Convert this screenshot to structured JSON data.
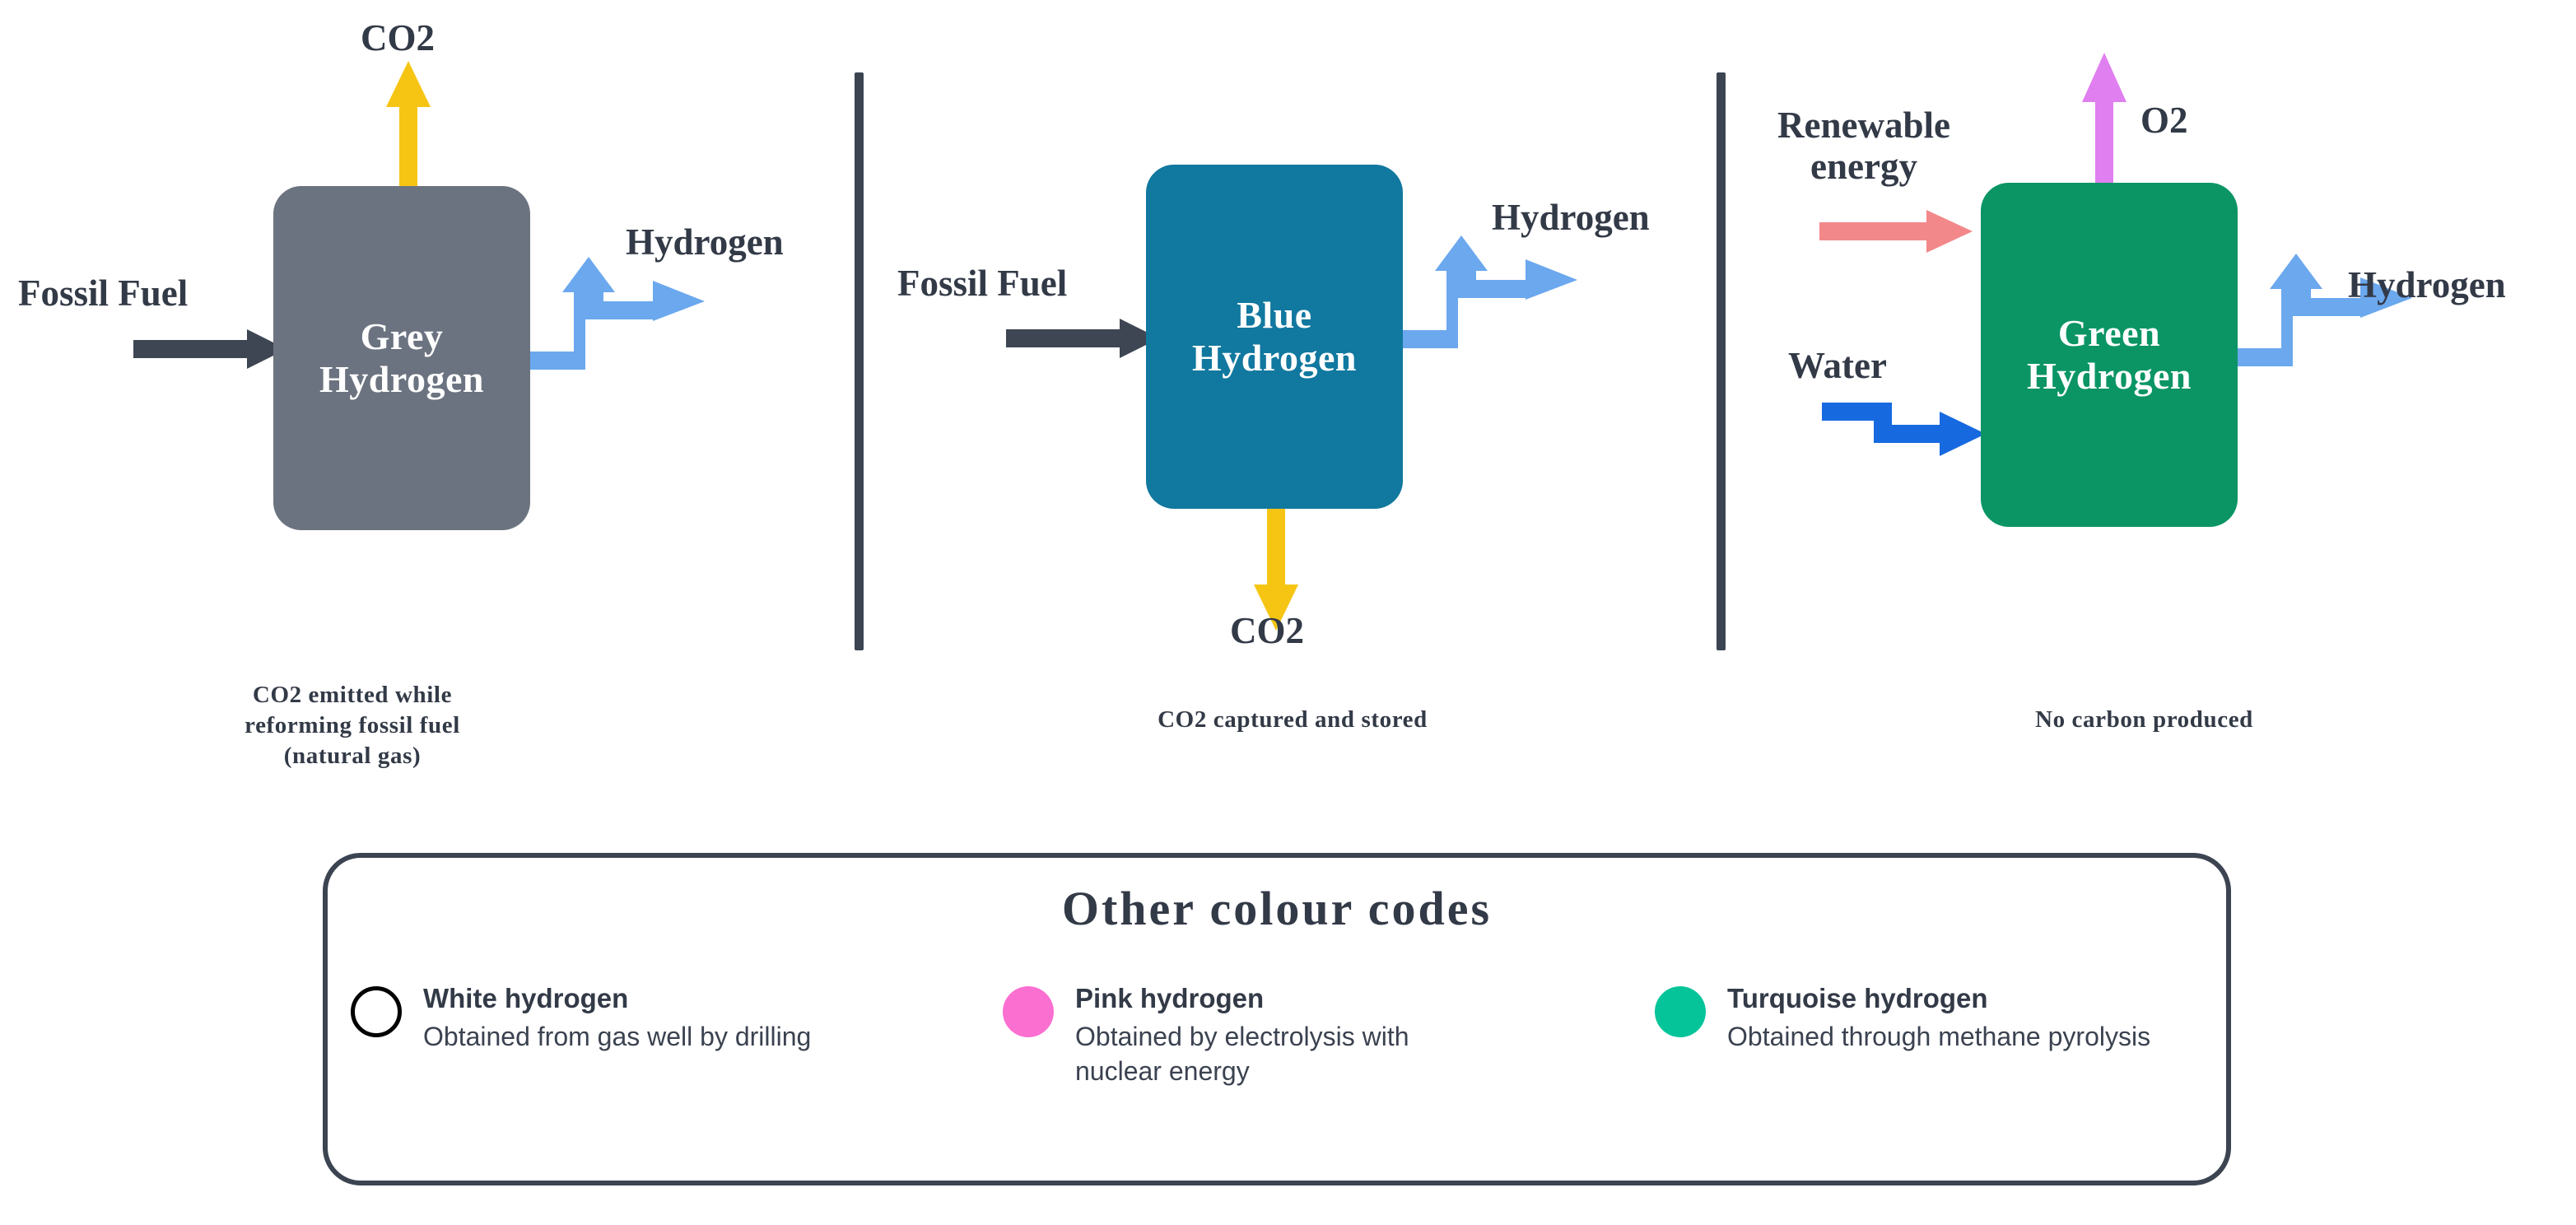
{
  "panels": [
    {
      "id": "grey",
      "box_label_line1": "Grey",
      "box_label_line2": "Hydrogen",
      "box_color": "#6c7380",
      "input_label": "Fossil Fuel",
      "output_label": "Hydrogen",
      "emission_label": "CO2",
      "caption": "CO2 emitted while reforming fossil fuel (natural gas)",
      "caption_line1": "CO2 emitted while",
      "caption_line2": "reforming fossil fuel",
      "caption_line3": "(natural gas)"
    },
    {
      "id": "blue",
      "box_label_line1": "Blue",
      "box_label_line2": "Hydrogen",
      "box_color": "#11789f",
      "input_label": "Fossil Fuel",
      "output_label": "Hydrogen",
      "emission_label": "CO2",
      "caption": "CO2 captured and stored",
      "caption_line1": "CO2 captured and stored"
    },
    {
      "id": "green",
      "box_label_line1": "Green",
      "box_label_line2": "Hydrogen",
      "box_color": "#0b9565",
      "input_label_energy_line1": "Renewable",
      "input_label_energy_line2": "energy",
      "input_label_water": "Water",
      "output_label": "Hydrogen",
      "emission_label": "O2",
      "caption": "No carbon produced",
      "caption_line1": "No carbon produced"
    }
  ],
  "arrow_colors": {
    "fossil_fuel": "#3e4654",
    "hydrogen": "#6ba8ee",
    "co2": "#f6c514",
    "o2": "#e07ff0",
    "renewable_energy": "#f2888a",
    "water": "#1769e0"
  },
  "divider_color": "#3c4452",
  "legend": {
    "title": "Other colour codes",
    "items": [
      {
        "name": "White hydrogen",
        "description": "Obtained from gas well by drilling",
        "color": "#ffffff",
        "outline": true
      },
      {
        "name": "Pink hydrogen",
        "description": "Obtained by electrolysis with nuclear energy",
        "color": "#fb6fd1",
        "outline": false
      },
      {
        "name": "Turquoise hydrogen",
        "description": "Obtained through methane pyrolysis",
        "color": "#05c49a",
        "outline": false
      }
    ]
  }
}
